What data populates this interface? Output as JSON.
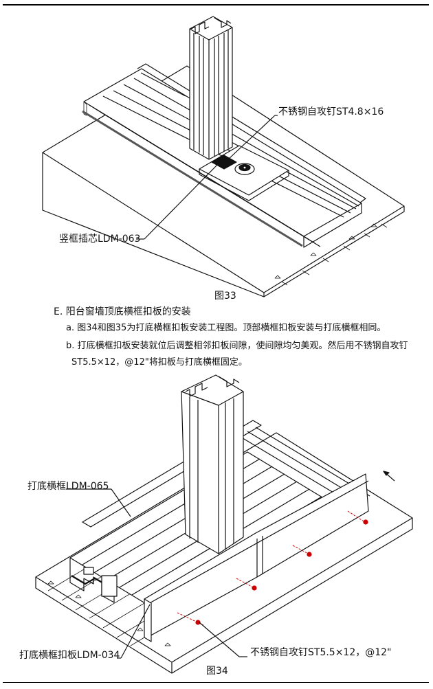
{
  "fig33": {
    "caption": "图33",
    "label_screw": "不锈钢自攻钉ST4.8×16",
    "label_insert": "竖框插芯LDM-063"
  },
  "section": {
    "heading": "E.  阳台窗墙顶底横框扣板的安装",
    "item_a": "a. 图34和图35为打底横框扣板安装工程图。顶部横框扣板安装与打底横框相同。",
    "item_b1": "b. 打底横框扣板安装就位后调整相邻扣板间隙，使间隙均匀美观。然后用不锈钢自攻钉",
    "item_b2": "ST5.5×12，@12\"将扣板与打底横框固定。"
  },
  "fig34": {
    "caption": "图34",
    "label_frame": "打底横框LDM-065",
    "label_cover": "打底横框扣板LDM-034",
    "label_screw": "不锈钢自攻钉ST5.5×12，@12\""
  },
  "colors": {
    "line": "#111111",
    "accent": "#cc0000"
  }
}
